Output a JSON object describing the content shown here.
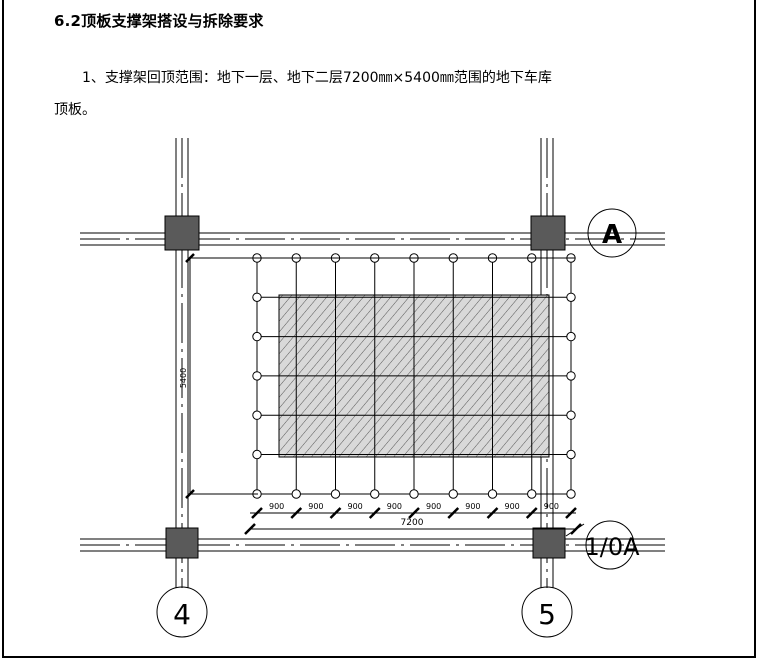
{
  "document": {
    "heading": "6.2顶板支撑架搭设与拆除要求",
    "paragraph_line1": "1、支撑架回顶范围：地下一层、地下二层7200㎜×5400㎜范围的地下车库",
    "paragraph_line2": "顶板。"
  },
  "drawing": {
    "grid_labels": {
      "top_right": "A",
      "bottom_right": "1/0A",
      "bottom_left": "4",
      "bottom_mid": "5"
    },
    "dim_vertical": "5400",
    "dim_segments": [
      "900",
      "900",
      "900",
      "900",
      "900",
      "900",
      "900",
      "900"
    ],
    "dim_total": "7200",
    "colors": {
      "line": "#000000",
      "column": "#5a5a5a",
      "hatch_fill": "#d9d9d9"
    }
  }
}
